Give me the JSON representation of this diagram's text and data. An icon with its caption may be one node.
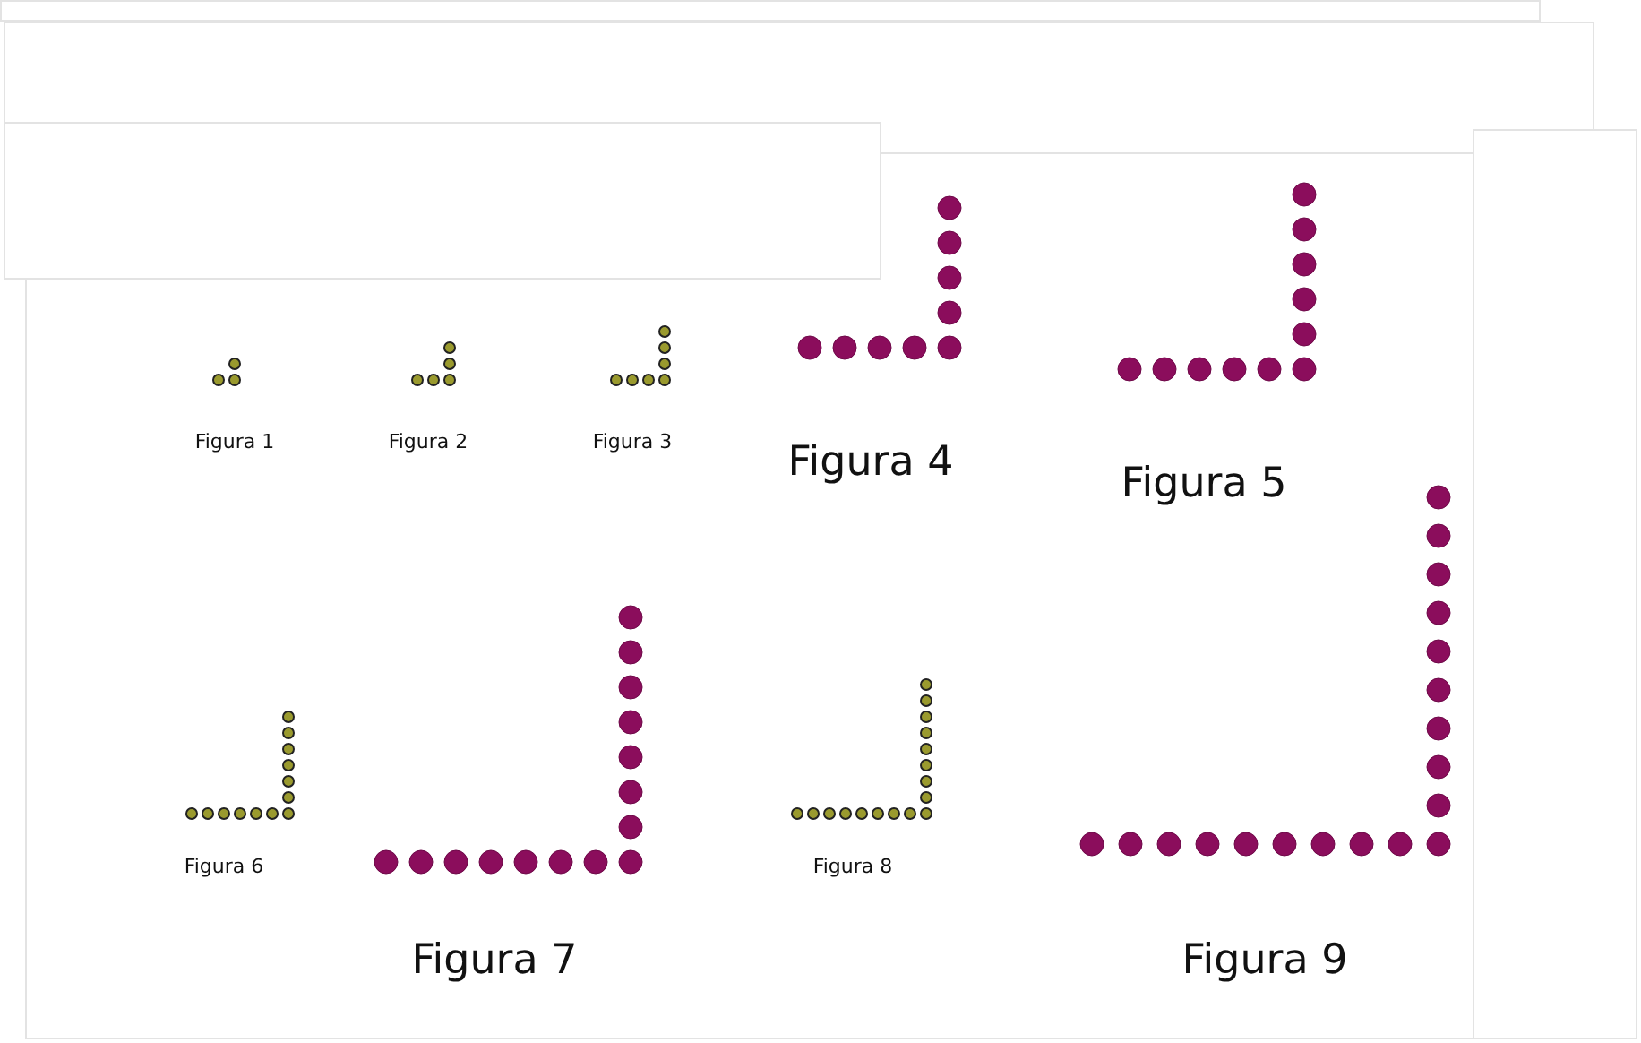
{
  "diagram": {
    "labels": [
      "Figura 1",
      "Figura 2",
      "Figura 3",
      "Figura 4",
      "Figura 5",
      "Figura 6",
      "Figura 7",
      "Figura 8",
      "Figura 9"
    ]
  }
}
